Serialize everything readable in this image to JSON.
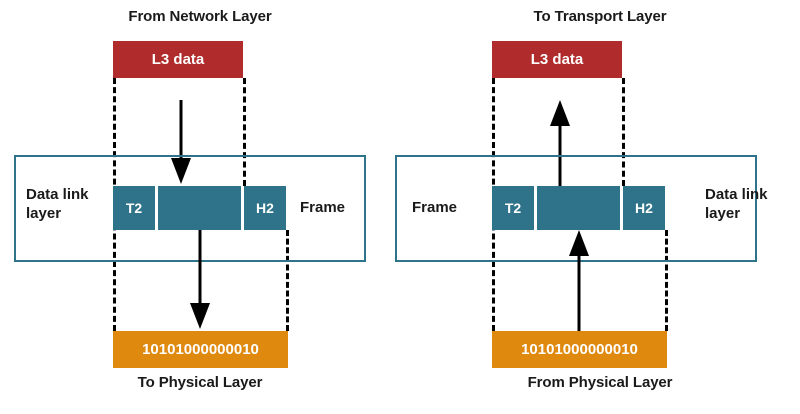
{
  "colors": {
    "network_data": "#b02b2b",
    "frame": "#2e7389",
    "physical": "#e0890f",
    "layer_box_border": "#2e7389",
    "text": "#1a1a1a",
    "background": "#ffffff"
  },
  "left_panel": {
    "top_caption": "From Network Layer",
    "bottom_caption": "To Physical Layer",
    "network_block_label": "L3 data",
    "layer_label": "Data link layer",
    "layer_label_line1": "Data link",
    "layer_label_line2": "layer",
    "frame_label": "Frame",
    "frame_segments": [
      {
        "name": "trailer",
        "label": "T2"
      },
      {
        "name": "payload",
        "label": ""
      },
      {
        "name": "header",
        "label": "H2"
      }
    ],
    "physical_bits": "10101000000010",
    "arrow_top_direction": "down",
    "arrow_bottom_direction": "down"
  },
  "right_panel": {
    "top_caption": "To Transport Layer",
    "bottom_caption": "From Physical Layer",
    "network_block_label": "L3 data",
    "layer_label": "Data link layer",
    "layer_label_line1": "Data link",
    "layer_label_line2": "layer",
    "frame_label": "Frame",
    "frame_segments": [
      {
        "name": "trailer",
        "label": "T2"
      },
      {
        "name": "payload",
        "label": ""
      },
      {
        "name": "header",
        "label": "H2"
      }
    ],
    "physical_bits": "10101000000010",
    "arrow_top_direction": "up",
    "arrow_bottom_direction": "up"
  }
}
